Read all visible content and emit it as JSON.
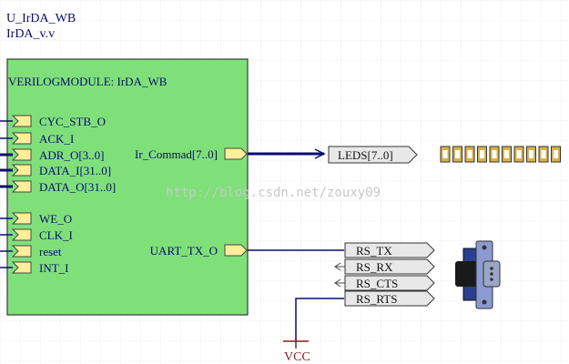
{
  "component": {
    "designator": "U_IrDA_WB",
    "source_file": "IrDA_v.v",
    "module_title": "VERILOGMODULE: IrDA_WB",
    "colors": {
      "body_fill": "#7fe07a",
      "body_stroke": "#3a3a3a",
      "pin_fill": "#ffef9a",
      "wire": "#0b0b70",
      "text": "#0b0b70"
    },
    "left_pins": [
      "CYC_STB_O",
      "ACK_I",
      "ADR_O[3..0]",
      "DATA_I[31..0]",
      "DATA_O[31..0]",
      "WE_O",
      "CLK_I",
      "reset",
      "INT_I"
    ],
    "right_pins": [
      "Ir_Commad[7..0]",
      "UART_TX_O"
    ]
  },
  "ports": {
    "leds": "LEDS[7..0]",
    "rs_ports": [
      "RS_TX",
      "RS_RX",
      "RS_CTS",
      "RS_RTS"
    ],
    "port_fill": "#e8e8e8"
  },
  "power": {
    "label": "VCC",
    "color": "#8b1a1a"
  },
  "watermark": "http://blog.csdn.net/zouxy09",
  "led_count": 10,
  "icons": {
    "connector": "db9-connector-icon",
    "led": "led-icon"
  }
}
